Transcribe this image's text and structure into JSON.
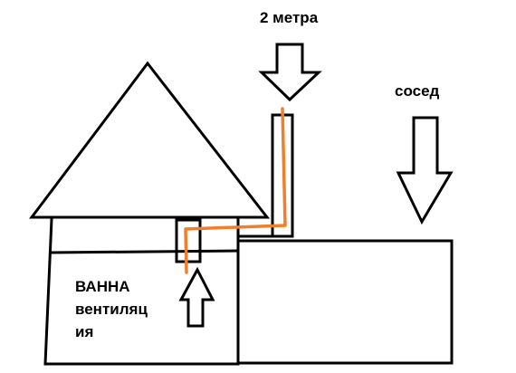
{
  "labels": {
    "height": "2 метра",
    "neighbor": "сосед",
    "room": "ВАННА",
    "vent_line1": "вентиляц",
    "vent_line2": "ия"
  },
  "colors": {
    "ink": "#000000",
    "duct": "#f07f2c",
    "background": "#ffffff"
  },
  "icons": {
    "roof": "triangle-roof",
    "chimney": "vent-pipe",
    "arrows": [
      "arrow-down",
      "arrow-down",
      "arrow-up"
    ]
  }
}
